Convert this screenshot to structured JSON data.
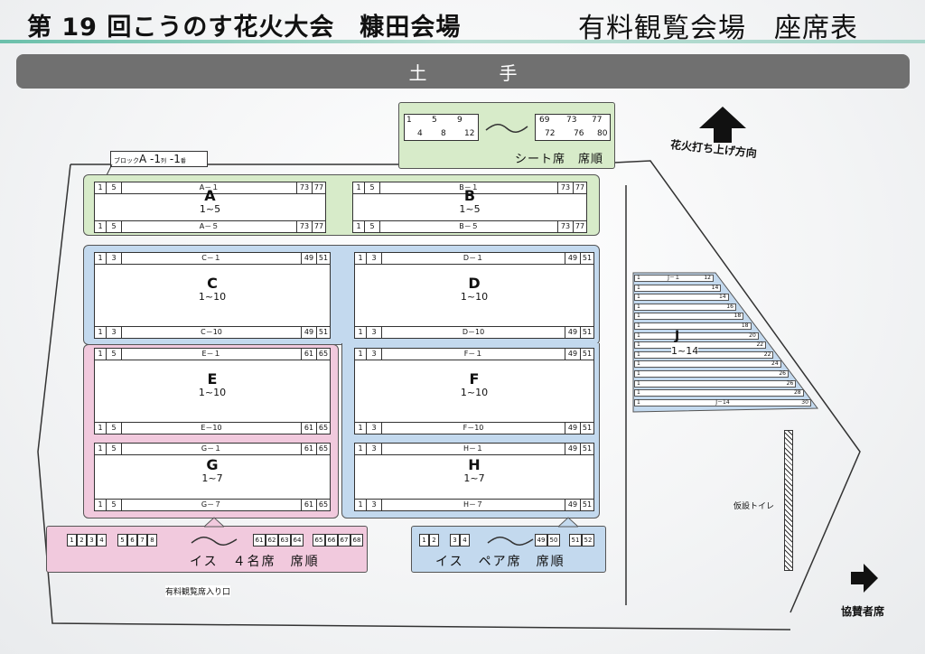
{
  "header": {
    "title": "第 19 回こうのす花火大会　糠田会場",
    "subtitle": "有料観覧会場　座席表"
  },
  "dote": "土　　　　手",
  "direction_label": "花火打ち上げ方向",
  "block_note": {
    "prefix": "ブロック",
    "block": "A",
    "sep1": "-",
    "row": "1",
    "row_unit": "列",
    "sep2": "-",
    "seat": "1",
    "seat_unit": "番"
  },
  "sheet_key": {
    "pairs": [
      [
        "1",
        "4"
      ],
      [
        "5",
        "8"
      ],
      [
        "9",
        "12"
      ],
      [
        "69",
        "72"
      ],
      [
        "73",
        "76"
      ],
      [
        "77",
        "80"
      ]
    ],
    "label": "シート席　席順"
  },
  "chair4_key": {
    "left_seats": [
      "1",
      "2",
      "3",
      "4",
      "5",
      "6",
      "7",
      "8"
    ],
    "right_seats": [
      "61",
      "62",
      "63",
      "64",
      "65",
      "66",
      "67",
      "68"
    ],
    "label": "イス　４名席　席順"
  },
  "pair_key": {
    "left_seats": [
      "1",
      "2",
      "3",
      "4"
    ],
    "right_seats": [
      "49",
      "50",
      "51",
      "52"
    ],
    "label": "イス　ペア席　席順"
  },
  "blocks": [
    {
      "id": "A",
      "range": "1~5",
      "top_row": "A－１",
      "bottom_row": "A－５",
      "c1": "1",
      "c2": "5",
      "c3": "73",
      "c4": "77"
    },
    {
      "id": "B",
      "range": "1~5",
      "top_row": "B－１",
      "bottom_row": "B－５",
      "c1": "1",
      "c2": "5",
      "c3": "73",
      "c4": "77"
    },
    {
      "id": "C",
      "range": "1~10",
      "top_row": "C－１",
      "bottom_row": "C－10",
      "c1": "1",
      "c2": "3",
      "c3": "49",
      "c4": "51"
    },
    {
      "id": "D",
      "range": "1~10",
      "top_row": "D－１",
      "bottom_row": "D－10",
      "c1": "1",
      "c2": "3",
      "c3": "49",
      "c4": "51"
    },
    {
      "id": "E",
      "range": "1~10",
      "top_row": "E－１",
      "bottom_row": "E－10",
      "c1": "1",
      "c2": "5",
      "c3": "61",
      "c4": "65"
    },
    {
      "id": "F",
      "range": "1~10",
      "top_row": "F－１",
      "bottom_row": "F－10",
      "c1": "1",
      "c2": "3",
      "c3": "49",
      "c4": "51"
    },
    {
      "id": "G",
      "range": "1~7",
      "top_row": "G－１",
      "bottom_row": "G－７",
      "c1": "1",
      "c2": "5",
      "c3": "61",
      "c4": "65"
    },
    {
      "id": "H",
      "range": "1~7",
      "top_row": "H－１",
      "bottom_row": "H－７",
      "c1": "1",
      "c2": "3",
      "c3": "49",
      "c4": "51"
    }
  ],
  "block_j": {
    "id": "J",
    "range": "1~14",
    "rows": [
      {
        "label": "J－１",
        "end": "12"
      },
      {
        "label": "",
        "end": "14"
      },
      {
        "label": "",
        "end": "14"
      },
      {
        "label": "",
        "end": "16"
      },
      {
        "label": "",
        "end": "18"
      },
      {
        "label": "",
        "end": "18"
      },
      {
        "label": "",
        "end": "20"
      },
      {
        "label": "",
        "end": "22"
      },
      {
        "label": "",
        "end": "22"
      },
      {
        "label": "",
        "end": "24"
      },
      {
        "label": "",
        "end": "26"
      },
      {
        "label": "",
        "end": "26"
      },
      {
        "label": "",
        "end": "28"
      },
      {
        "label": "J－14",
        "end": "30"
      }
    ],
    "start": "1"
  },
  "toilet_label": "仮設トイレ",
  "entrance_label": "有料観覧席入り口",
  "sponsor_label": "協賛者席",
  "colors": {
    "green": "#d7ebc9",
    "blue": "#c3d9ee",
    "pink": "#f1c9dd",
    "dote": "#707070",
    "accent_line": "#6bc0ab"
  }
}
